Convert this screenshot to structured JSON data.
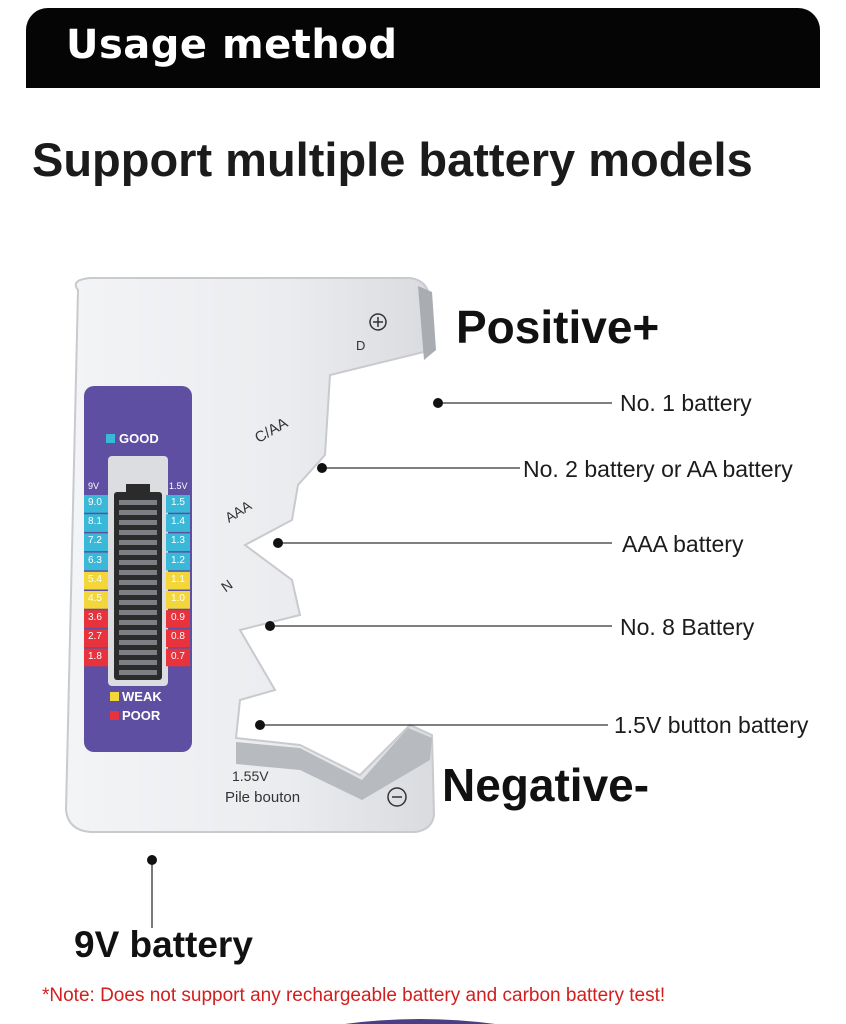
{
  "header": {
    "title": "Usage method"
  },
  "heading": "Support multiple battery models",
  "terminals": {
    "positive": "Positive+",
    "negative": "Negative-"
  },
  "slot_labels": [
    "D",
    "C/AA",
    "AAA",
    "N"
  ],
  "callouts": [
    "No. 1 battery",
    "No. 2 battery or AA battery",
    "AAA battery",
    "No. 8 Battery",
    "1.5V button battery"
  ],
  "device": {
    "button_text_line1": "1.55V",
    "button_text_line2": "Pile bouton",
    "legend": {
      "good": "GOOD",
      "weak": "WEAK",
      "poor": "POOR"
    },
    "scale_9v_header": "9V",
    "scale_9v": [
      "9.0",
      "8.1",
      "7.2",
      "6.3",
      "5.4",
      "4.5",
      "3.6",
      "2.7",
      "1.8"
    ],
    "scale_15v_header": "1.5V",
    "scale_15v": [
      "1.5",
      "1.4",
      "1.3",
      "1.2",
      "1.1",
      "1.0",
      "0.9",
      "0.8",
      "0.7"
    ],
    "colors": {
      "panel": "#5f4fa3",
      "good": "#39b8d8",
      "weak": "#f2d63a",
      "poor": "#e8323c"
    }
  },
  "nine_volt_label": "9V battery",
  "note": "*Note: Does not support any rechargeable battery and carbon battery test!"
}
